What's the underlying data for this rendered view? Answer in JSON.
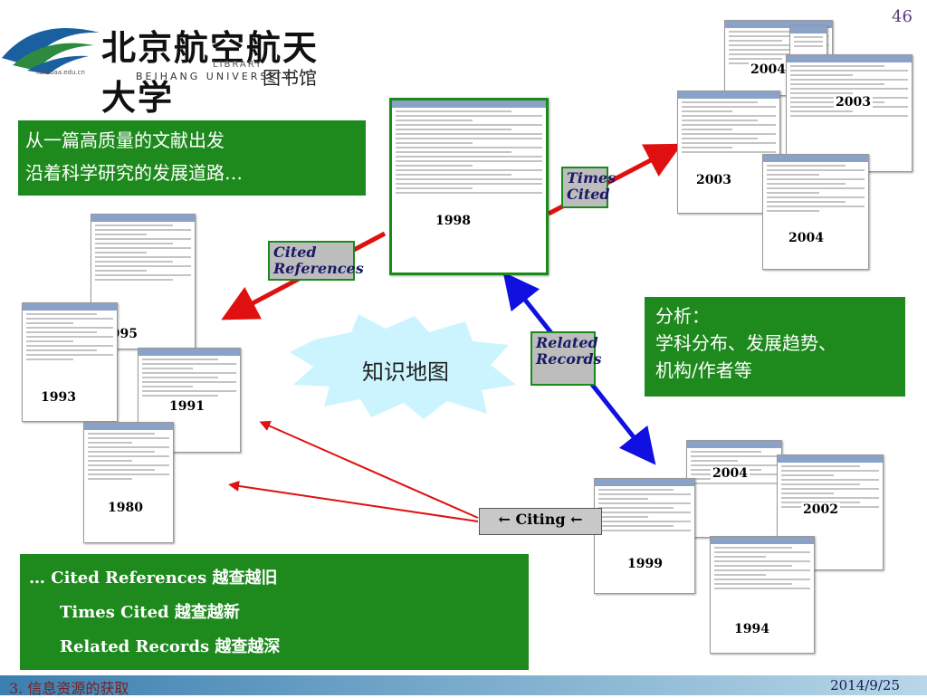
{
  "page_number": "46",
  "logo": {
    "cn": "北京航空航天大学",
    "en_library": "LIBRARY",
    "en_university": "BEIHANG UNIVERSITY",
    "sign": "图书馆",
    "url": "lib.buaa.edu.cn"
  },
  "intro": {
    "line1": "从一篇高质量的文献出发",
    "line2": "沿着科学研究的发展道路…"
  },
  "labels": {
    "cited_references": "Cited References",
    "times_cited": "Times Cited",
    "related_records": "Related Records",
    "citing": "← Citing ←",
    "knowledge_map": "知识地图"
  },
  "analysis": {
    "line1": "分析：",
    "line2": "学科分布、发展趋势、",
    "line3": "机构/作者等"
  },
  "summary": {
    "line1": "… Cited References 越查越旧",
    "line2": "Times Cited 越查越新",
    "line3": "Related Records 越查越深"
  },
  "years": {
    "center": "1998",
    "tc_top": "2004",
    "tc_2003a": "2003",
    "tc_2003b": "2003",
    "tc_2004b": "2004",
    "cr_1995": "1995",
    "cr_1993": "1993",
    "cr_1991": "1991",
    "cr_1980": "1980",
    "rr_2004": "2004",
    "rr_2002": "2002",
    "rr_1999": "1999",
    "rr_1994": "1994"
  },
  "footer": {
    "left": "3. 信息资源的获取",
    "right": "2014/9/25"
  },
  "colors": {
    "green": "#1e8a1e",
    "red_arrow": "#e01010",
    "blue_arrow": "#1010e0"
  }
}
